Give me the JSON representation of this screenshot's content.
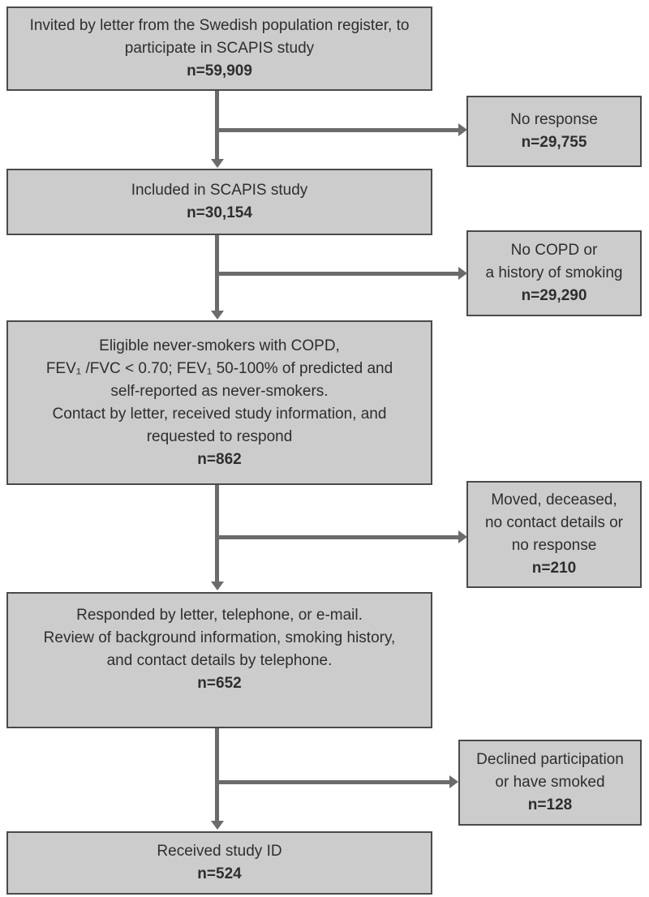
{
  "diagram": {
    "type": "study-flow-diagram",
    "colors": {
      "box_fill": "#cccccc",
      "box_border": "#4a4a4a",
      "arrow": "#6b6b6b",
      "text": "#2e2e2e"
    },
    "main_boxes": {
      "invited": {
        "text": "Invited by letter from the Swedish population register, to\nparticipate in SCAPIS study",
        "n": "n=59,909"
      },
      "included": {
        "text": "Included in SCAPIS study",
        "n": "n=30,154"
      },
      "eligible": {
        "text": "Eligible never-smokers with COPD,\nFEV₁ /FVC < 0.70; FEV₁ 50-100% of predicted and\nself-reported as never-smokers.\nContact by letter, received study information, and\nrequested to respond",
        "n": "n=862"
      },
      "responded": {
        "text": "Responded by letter, telephone, or e-mail.\nReview of background information, smoking history,\nand contact details by telephone.",
        "n": "n=652"
      },
      "received_id": {
        "text": "Received study ID",
        "n": "n=524"
      }
    },
    "exclusion_boxes": {
      "no_response": {
        "text": "No response",
        "n": "n=29,755"
      },
      "no_copd": {
        "text": "No COPD or\na history of smoking",
        "n": "n=29,290"
      },
      "moved": {
        "text": "Moved, deceased,\nno contact details or\nno response",
        "n": "n=210"
      },
      "declined": {
        "text": "Declined participation\nor have smoked",
        "n": "n=128"
      }
    }
  }
}
